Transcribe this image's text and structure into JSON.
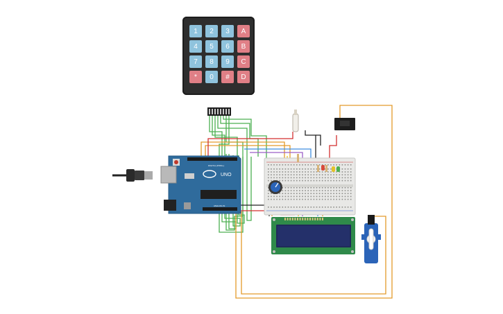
{
  "keypad": {
    "keys": [
      "1",
      "2",
      "3",
      "A",
      "4",
      "5",
      "6",
      "B",
      "7",
      "8",
      "9",
      "C",
      "*",
      "0",
      "#",
      "D"
    ],
    "key_types": [
      "num",
      "num",
      "num",
      "let",
      "num",
      "num",
      "num",
      "let",
      "num",
      "num",
      "num",
      "let",
      "let",
      "num",
      "let",
      "let"
    ],
    "colors": {
      "number_key": "#8fc3dd",
      "letter_key": "#e07f86",
      "body": "#2e2e2e"
    }
  },
  "arduino": {
    "logo_text": "UNO",
    "board_color": "#2f6b9c",
    "digital_label": "DIGITAL (PWM~)",
    "analog_label": "ANALOG IN"
  },
  "wire_colors": {
    "green": "#4caf50",
    "orange": "#e39a2a",
    "red": "#d32f2f",
    "black": "#222222",
    "yellow": "#f0c419",
    "blue": "#3f8ee0"
  }
}
